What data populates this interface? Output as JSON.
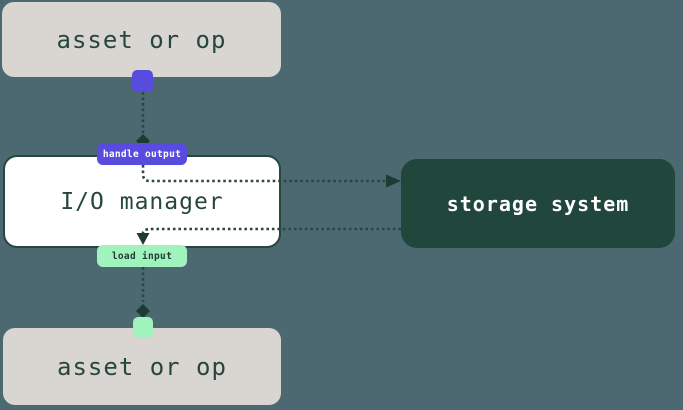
{
  "diagram": {
    "nodes": {
      "asset_top": {
        "label": "asset or op"
      },
      "io_manager": {
        "label": "I/O manager"
      },
      "storage": {
        "label": "storage system"
      },
      "asset_bottom": {
        "label": "asset or op"
      }
    },
    "badges": {
      "handle_output": {
        "label": "handle output"
      },
      "load_input": {
        "label": "load input"
      }
    },
    "colors": {
      "background": "#4C6870",
      "asset_fill": "#D9D6D2",
      "asset_text": "#27463E",
      "io_fill": "#FFFFFF",
      "io_border": "#27463E",
      "io_text": "#27463E",
      "storage_fill": "#21463C",
      "storage_text": "#FFFFFF",
      "purple": "#584CDF",
      "light_green": "#A1F3BE",
      "line": "#2A463E",
      "dark_accent": "#1E3B33"
    }
  }
}
